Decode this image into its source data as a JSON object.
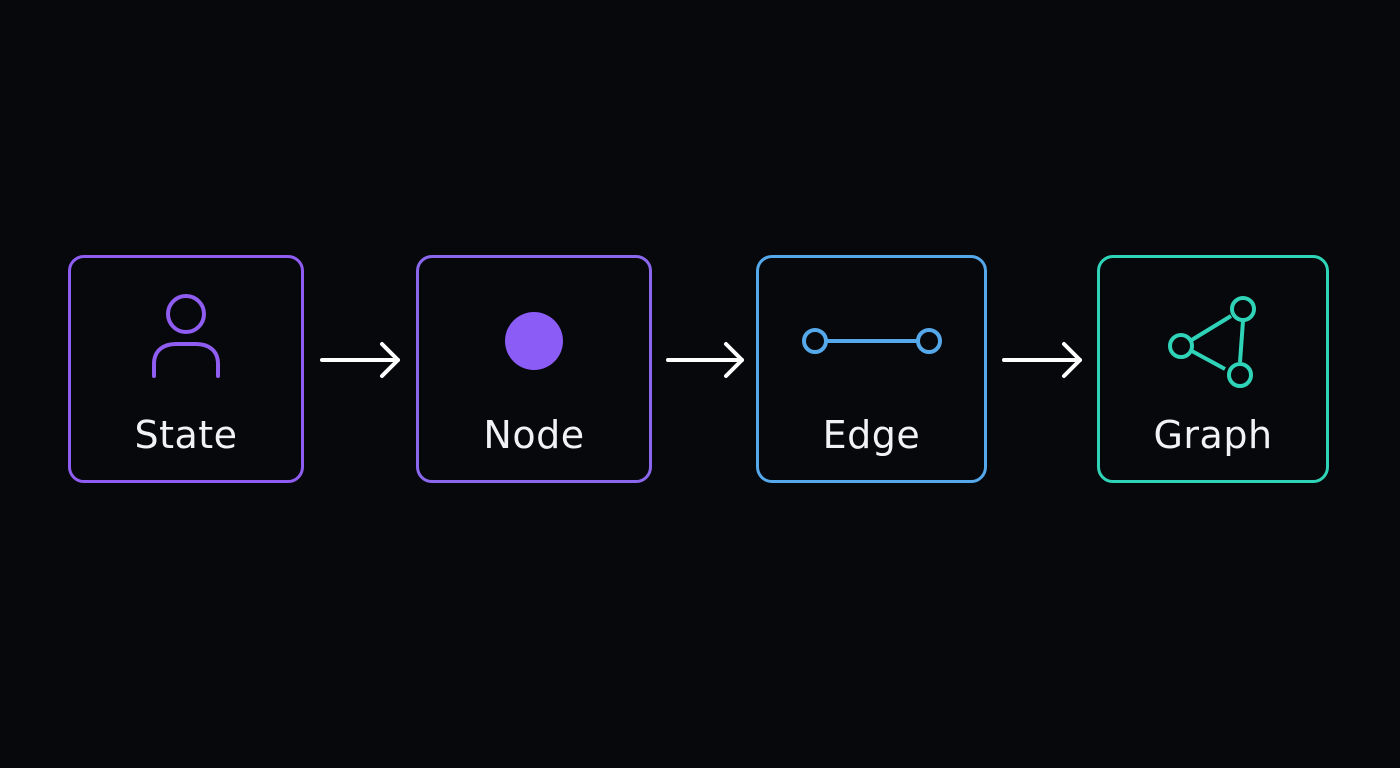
{
  "diagram": {
    "background": "#07080b",
    "steps": [
      {
        "label": "State",
        "icon": "person-icon",
        "color": "#8f5df2"
      },
      {
        "label": "Node",
        "icon": "dot-icon",
        "color": "#8b67ee"
      },
      {
        "label": "Edge",
        "icon": "edge-icon",
        "color": "#55a8ea"
      },
      {
        "label": "Graph",
        "icon": "graph-icon",
        "color": "#2fd4b8"
      }
    ],
    "arrow_color": "#ffffff"
  }
}
